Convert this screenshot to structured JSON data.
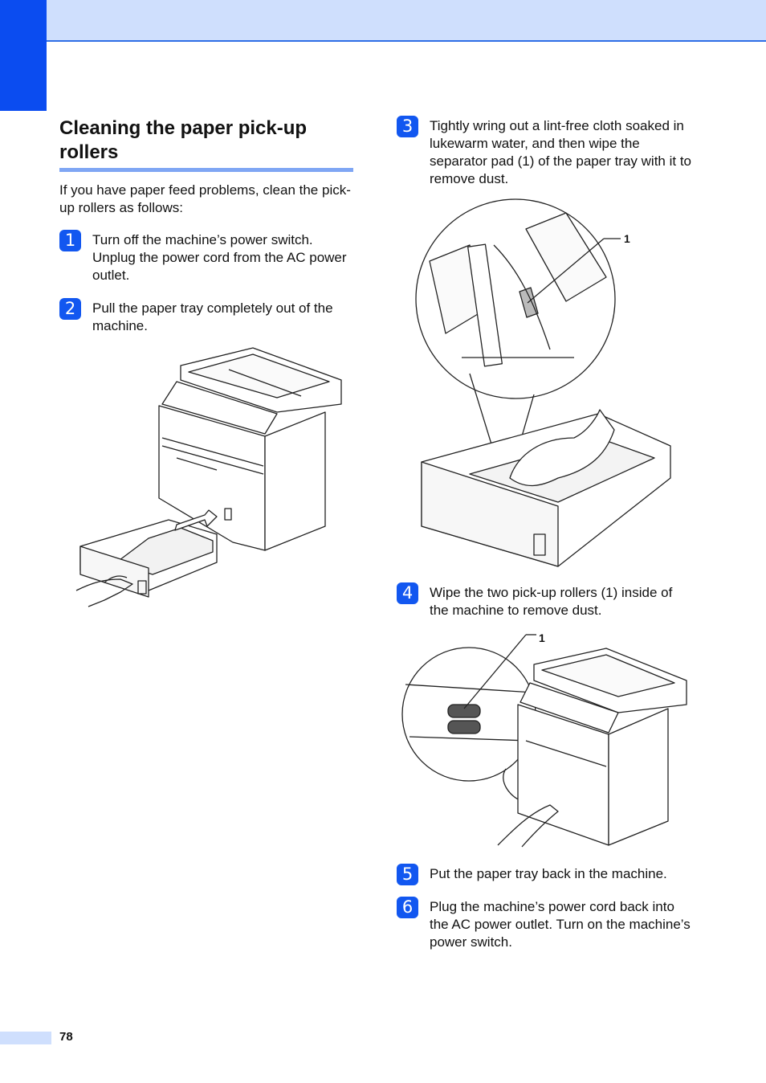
{
  "section": {
    "title": "Cleaning the paper pick-up rollers",
    "intro": "If you have paper feed problems, clean the pick-up rollers as follows:"
  },
  "steps": [
    {
      "number": "1",
      "text": "Turn off the machine’s power switch. Unplug the power cord from the AC power outlet."
    },
    {
      "number": "2",
      "text": "Pull the paper tray completely out of the machine."
    },
    {
      "number": "3",
      "text": "Tightly wring out a lint-free cloth soaked in lukewarm water, and then wipe the separator pad (1) of the paper tray with it to remove dust."
    },
    {
      "number": "4",
      "text": "Wipe the two pick-up rollers (1) inside of the machine to remove dust."
    },
    {
      "number": "5",
      "text": "Put the paper tray back in the machine."
    },
    {
      "number": "6",
      "text": "Plug the machine’s power cord back into the AC power outlet. Turn on the machine’s power switch."
    }
  ],
  "illustrations": {
    "separator_callout": "1",
    "rollers_callout": "1"
  },
  "footer": {
    "page_number": "78"
  },
  "colors": {
    "accent": "#0b4cf0",
    "header_band": "#cfdffd",
    "badge": "#1257f0"
  }
}
